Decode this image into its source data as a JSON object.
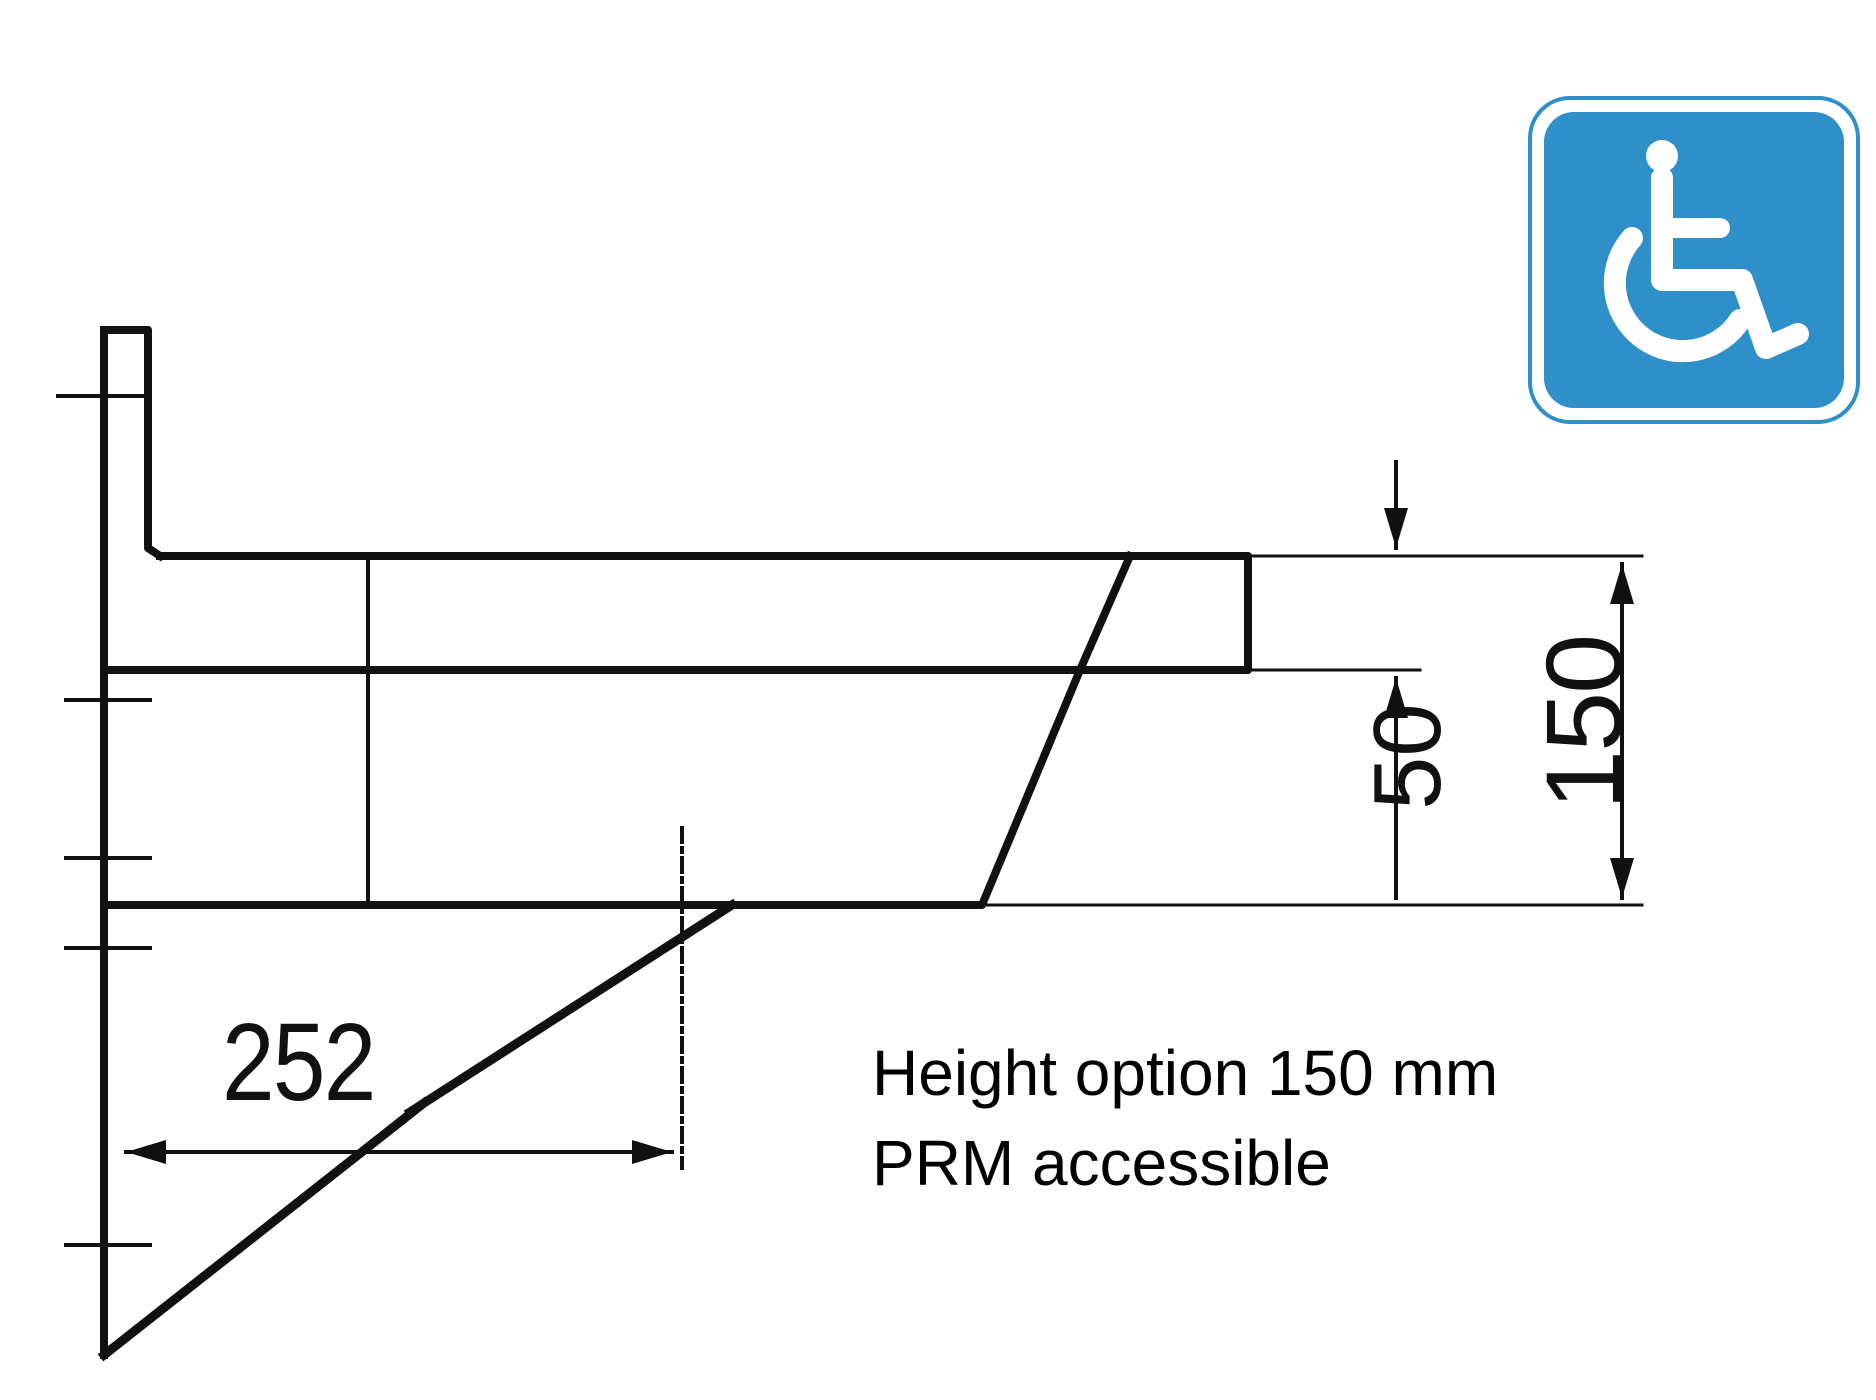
{
  "dimensions": {
    "width_label": "252",
    "inner_height_label": "50",
    "total_height_label": "150"
  },
  "caption": {
    "line1": "Height option 150 mm",
    "line2": "PRM accessible"
  },
  "sign": {
    "icon": "wheelchair-accessibility-icon",
    "background_color": "#2f8fc9",
    "symbol_color": "#ffffff"
  }
}
